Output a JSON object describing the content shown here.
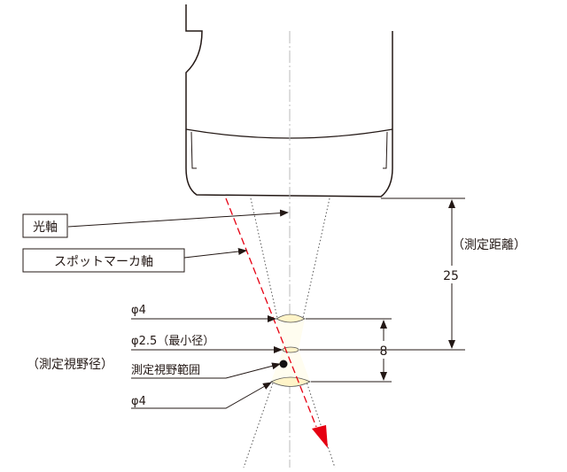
{
  "labels": {
    "optical_axis": "光軸",
    "spot_marker_axis": "スポットマーカ軸",
    "phi_top": "φ4",
    "phi_min": "φ2.5（最小径）",
    "field_range": "測定視野範囲",
    "phi_bottom": "φ4",
    "field_diameter": "（測定視野径）",
    "distance_label": "（測定距離）",
    "distance_value": "25",
    "depth_value": "8"
  },
  "colors": {
    "line": "#231815",
    "marker": "#e60012",
    "lens_fill": "#fffbe6"
  }
}
